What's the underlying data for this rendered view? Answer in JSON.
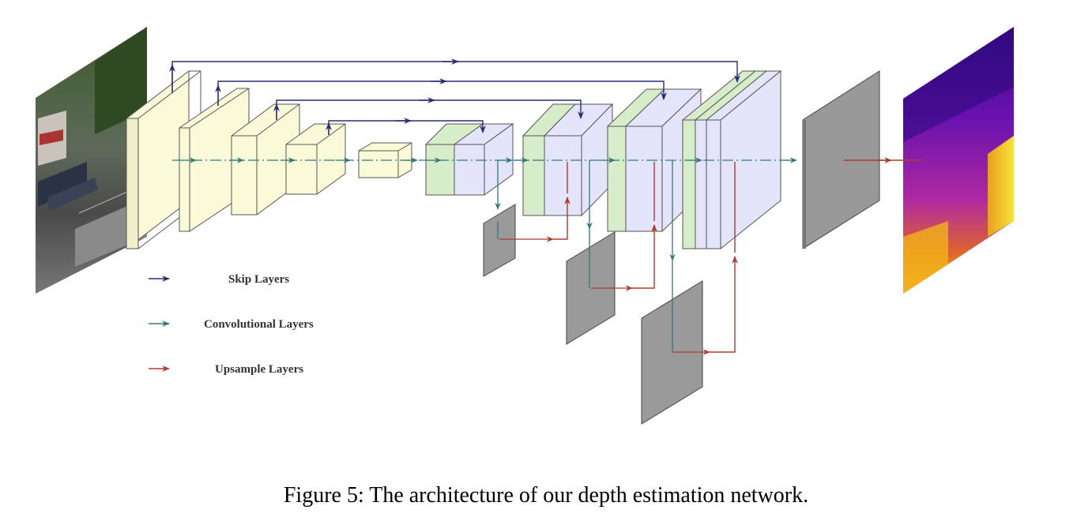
{
  "figure": {
    "caption": "Figure 5: The architecture of our depth estimation network.",
    "legend": [
      {
        "label": "Skip Layers",
        "color": "#2b2b7a",
        "icon": "arrow-right-icon"
      },
      {
        "label": "Convolutional Layers",
        "color": "#2f7a7a",
        "icon": "arrow-right-icon"
      },
      {
        "label": "Upsample Layers",
        "color": "#b23a2a",
        "icon": "arrow-right-icon"
      }
    ],
    "colors": {
      "encoder_front": "#fbfbe4",
      "encoder_side": "#fafad8",
      "concat_green": "#d7ecc8",
      "decoder_lavender": "#e4e4fb",
      "feature_map_gray": "#9a9a9a",
      "skip": "#2b2b7a",
      "conv": "#2f7a7a",
      "upsample": "#b23a2a"
    },
    "images": {
      "input": "street-scene-input-image",
      "output": "depth-map-output-image"
    }
  }
}
